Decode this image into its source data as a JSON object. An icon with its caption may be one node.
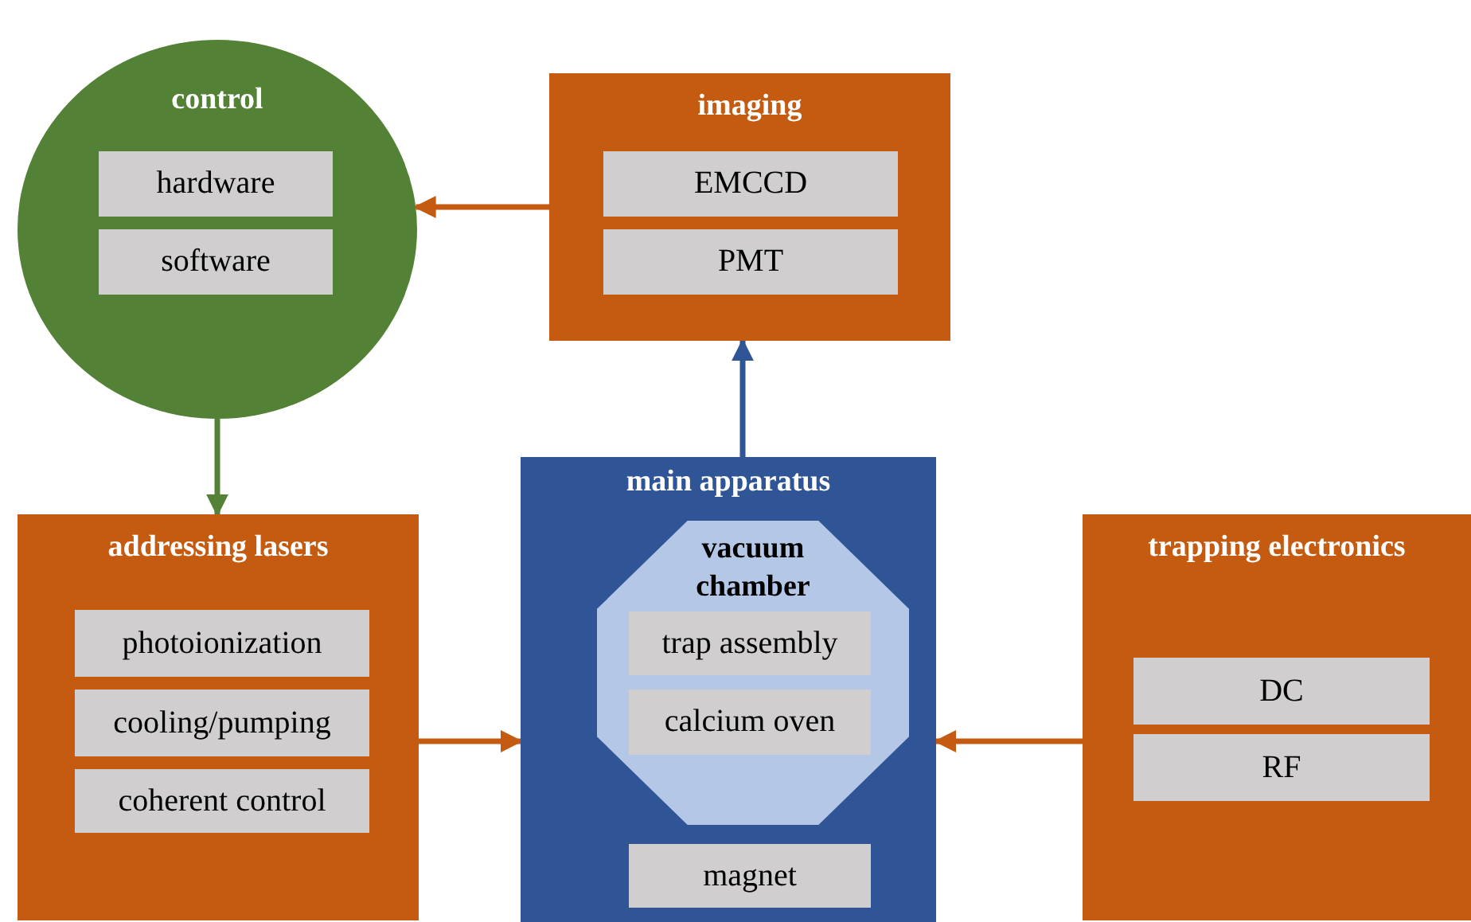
{
  "diagram": {
    "nodes": [
      {
        "text": [
          "control"
        ]
      },
      {
        "text": [
          "hardware"
        ],
        "in": 0
      },
      {
        "text": [
          "software"
        ],
        "in": 0
      },
      {
        "text": [
          "imaging"
        ]
      },
      {
        "text": [
          "EMCCD"
        ],
        "in": 3
      },
      {
        "text": [
          "PMT"
        ],
        "in": 3
      },
      {
        "text": [
          "addressing lasers"
        ]
      },
      {
        "text": [
          "photoionization"
        ],
        "in": 6
      },
      {
        "text": [
          "cooling/pumping"
        ],
        "in": 6
      },
      {
        "text": [
          "coherent control"
        ],
        "in": 6
      },
      {
        "text": [
          "main apparatus"
        ]
      },
      {
        "text": [
          "vacuum chamber"
        ],
        "in": 10
      },
      {
        "text": [
          "trap assembly"
        ],
        "in": 11
      },
      {
        "text": [
          "calcium oven"
        ],
        "in": 11
      },
      {
        "text": [
          "magnet"
        ],
        "in": 10
      },
      {
        "text": [
          "trapping electronics"
        ]
      },
      {
        "text": [
          "DC"
        ],
        "in": 15
      },
      {
        "text": [
          "RF"
        ],
        "in": 15
      }
    ],
    "edges": [
      {
        "from": 3,
        "to": 0,
        "arrow": "to"
      },
      {
        "from": 0,
        "to": 6,
        "arrow": "to",
        "color": "#538135"
      },
      {
        "from": 10,
        "to": 3,
        "arrow": "to",
        "color": "#2f5597"
      },
      {
        "from": 6,
        "to": 10,
        "arrow": "to"
      },
      {
        "from": 15,
        "to": 10,
        "arrow": "to"
      }
    ]
  }
}
